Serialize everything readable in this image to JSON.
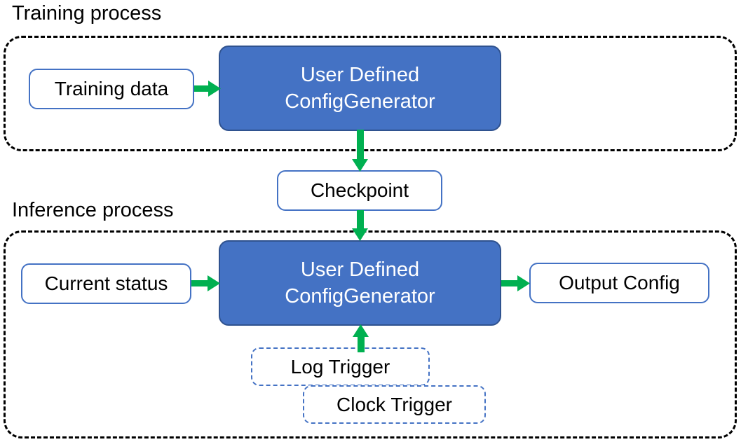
{
  "diagram": {
    "title_training": "Training process",
    "title_inference": "Inference process",
    "colors": {
      "blue_fill": "#4472C4",
      "blue_border": "#2F528F",
      "node_border": "#4472C4",
      "arrow_green": "#00B050",
      "container_border": "#000000",
      "text_dark": "#000000",
      "text_light": "#FFFFFF"
    }
  },
  "training": {
    "container_label": "Training process",
    "input_node": "Training data",
    "generator": {
      "line1": "User Defined",
      "line2": "ConfigGenerator"
    }
  },
  "checkpoint": {
    "label": "Checkpoint"
  },
  "inference": {
    "container_label": "Inference process",
    "input_node": "Current status",
    "generator": {
      "line1": "User Defined",
      "line2": "ConfigGenerator"
    },
    "output_node": "Output Config",
    "triggers": [
      {
        "label": "Log Trigger"
      },
      {
        "label": "Clock Trigger"
      }
    ]
  },
  "arrows": [
    {
      "name": "training-data-to-generator",
      "direction": "right"
    },
    {
      "name": "generator-to-checkpoint",
      "direction": "down"
    },
    {
      "name": "checkpoint-to-inference-generator",
      "direction": "down"
    },
    {
      "name": "current-status-to-generator",
      "direction": "right"
    },
    {
      "name": "generator-to-output-config",
      "direction": "right"
    },
    {
      "name": "log-trigger-to-generator",
      "direction": "up"
    }
  ]
}
